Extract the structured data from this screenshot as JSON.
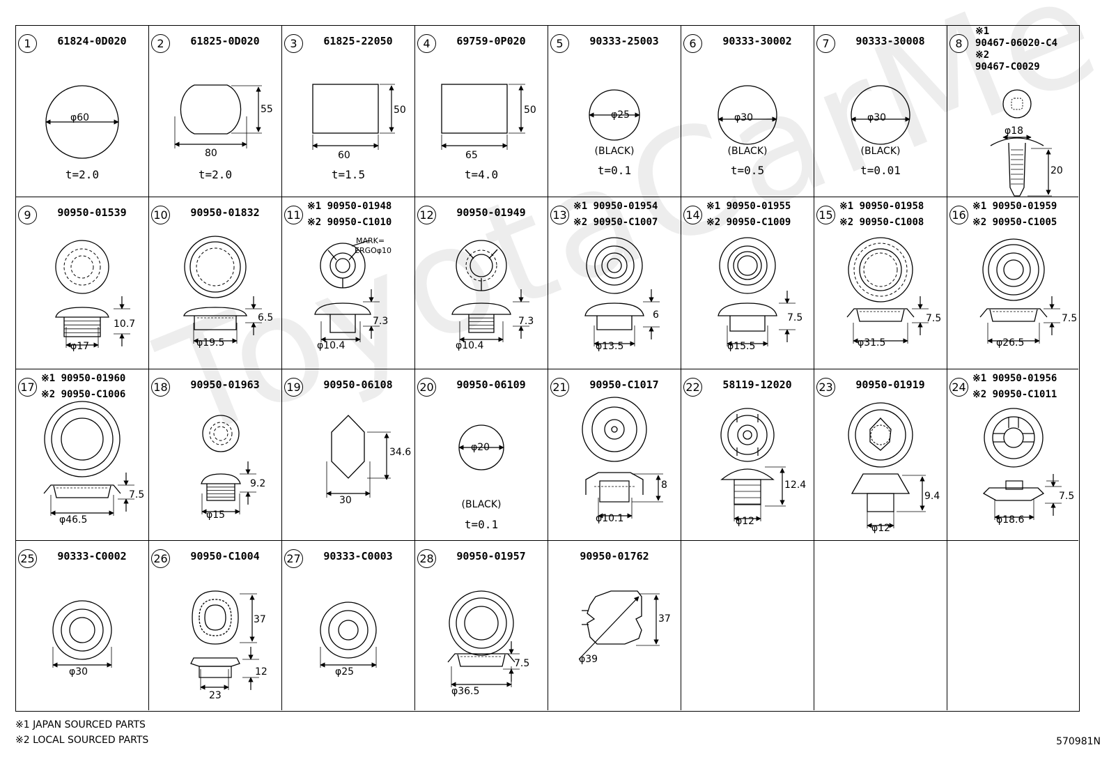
{
  "watermark": "ToyotaCarMe.ru",
  "cells": [
    {
      "num": "1",
      "part": "61824-0D020",
      "dims": [
        "φ60"
      ],
      "thickness": "t=2.0"
    },
    {
      "num": "2",
      "part": "61825-0D020",
      "dims": [
        "55",
        "80"
      ],
      "thickness": "t=2.0"
    },
    {
      "num": "3",
      "part": "61825-22050",
      "dims": [
        "50",
        "60"
      ],
      "thickness": "t=1.5"
    },
    {
      "num": "4",
      "part": "69759-0P020",
      "dims": [
        "50",
        "65"
      ],
      "thickness": "t=4.0"
    },
    {
      "num": "5",
      "part": "90333-25003",
      "dims": [
        "φ25"
      ],
      "color": "(BLACK)",
      "thickness": "t=0.1"
    },
    {
      "num": "6",
      "part": "90333-30002",
      "dims": [
        "φ30"
      ],
      "color": "(BLACK)",
      "thickness": "t=0.5"
    },
    {
      "num": "7",
      "part": "90333-30008",
      "dims": [
        "φ30"
      ],
      "color": "(BLACK)",
      "thickness": "t=0.01"
    },
    {
      "num": "8",
      "note1": "※1",
      "part1": "90467-06020-C4",
      "note2": "※2",
      "part2": "90467-C0029",
      "dims": [
        "φ18",
        "20"
      ]
    },
    {
      "num": "9",
      "part": "90950-01539",
      "dims": [
        "10.7",
        "φ17"
      ]
    },
    {
      "num": "10",
      "part": "90950-01832",
      "dims": [
        "6.5",
        "φ19.5"
      ]
    },
    {
      "num": "11",
      "note1": "※1",
      "part1": "90950-01948",
      "note2": "※2",
      "part2": "90950-C1010",
      "mark": [
        "MARK=",
        "ERGOφ10"
      ],
      "dims": [
        "7.3",
        "φ10.4"
      ]
    },
    {
      "num": "12",
      "part": "90950-01949",
      "dims": [
        "7.3",
        "φ10.4"
      ]
    },
    {
      "num": "13",
      "note1": "※1",
      "part1": "90950-01954",
      "note2": "※2",
      "part2": "90950-C1007",
      "dims": [
        "6",
        "φ13.5"
      ]
    },
    {
      "num": "14",
      "note1": "※1",
      "part1": "90950-01955",
      "note2": "※2",
      "part2": "90950-C1009",
      "dims": [
        "7.5",
        "φ15.5"
      ]
    },
    {
      "num": "15",
      "note1": "※1",
      "part1": "90950-01958",
      "note2": "※2",
      "part2": "90950-C1008",
      "dims": [
        "7.5",
        "φ31.5"
      ]
    },
    {
      "num": "16",
      "note1": "※1",
      "part1": "90950-01959",
      "note2": "※2",
      "part2": "90950-C1005",
      "dims": [
        "7.5",
        "φ26.5"
      ]
    },
    {
      "num": "17",
      "note1": "※1",
      "part1": "90950-01960",
      "note2": "※2",
      "part2": "90950-C1006",
      "dims": [
        "7.5",
        "φ46.5"
      ]
    },
    {
      "num": "18",
      "part": "90950-01963",
      "dims": [
        "9.2",
        "φ15"
      ]
    },
    {
      "num": "19",
      "part": "90950-06108",
      "dims": [
        "34.6",
        "30"
      ]
    },
    {
      "num": "20",
      "part": "90950-06109",
      "dims": [
        "φ20"
      ],
      "color": "(BLACK)",
      "thickness": "t=0.1"
    },
    {
      "num": "21",
      "part": "90950-C1017",
      "dims": [
        "8",
        "φ10.1"
      ]
    },
    {
      "num": "22",
      "part": "58119-12020",
      "dims": [
        "12.4",
        "φ12"
      ]
    },
    {
      "num": "23",
      "part": "90950-01919",
      "dims": [
        "9.4",
        "φ12"
      ]
    },
    {
      "num": "24",
      "note1": "※1",
      "part1": "90950-01956",
      "note2": "※2",
      "part2": "90950-C1011",
      "dims": [
        "7.5",
        "φ18.6"
      ]
    },
    {
      "num": "25",
      "part": "90333-C0002",
      "dims": [
        "φ30"
      ]
    },
    {
      "num": "26",
      "part": "90950-C1004",
      "dims": [
        "37",
        "12",
        "23"
      ]
    },
    {
      "num": "27",
      "part": "90333-C0003",
      "dims": [
        "φ25"
      ]
    },
    {
      "num": "28",
      "part": "90950-01957",
      "dims": [
        "7.5",
        "φ36.5"
      ]
    },
    {
      "num": "",
      "part": "90950-01762",
      "dims": [
        "37",
        "φ39"
      ]
    },
    {
      "num": "",
      "part": ""
    },
    {
      "num": "",
      "part": ""
    },
    {
      "num": "",
      "part": ""
    }
  ],
  "legend": [
    "※1 JAPAN SOURCED PARTS",
    "※2 LOCAL SOURCED PARTS"
  ],
  "drawing_code": "570981N"
}
